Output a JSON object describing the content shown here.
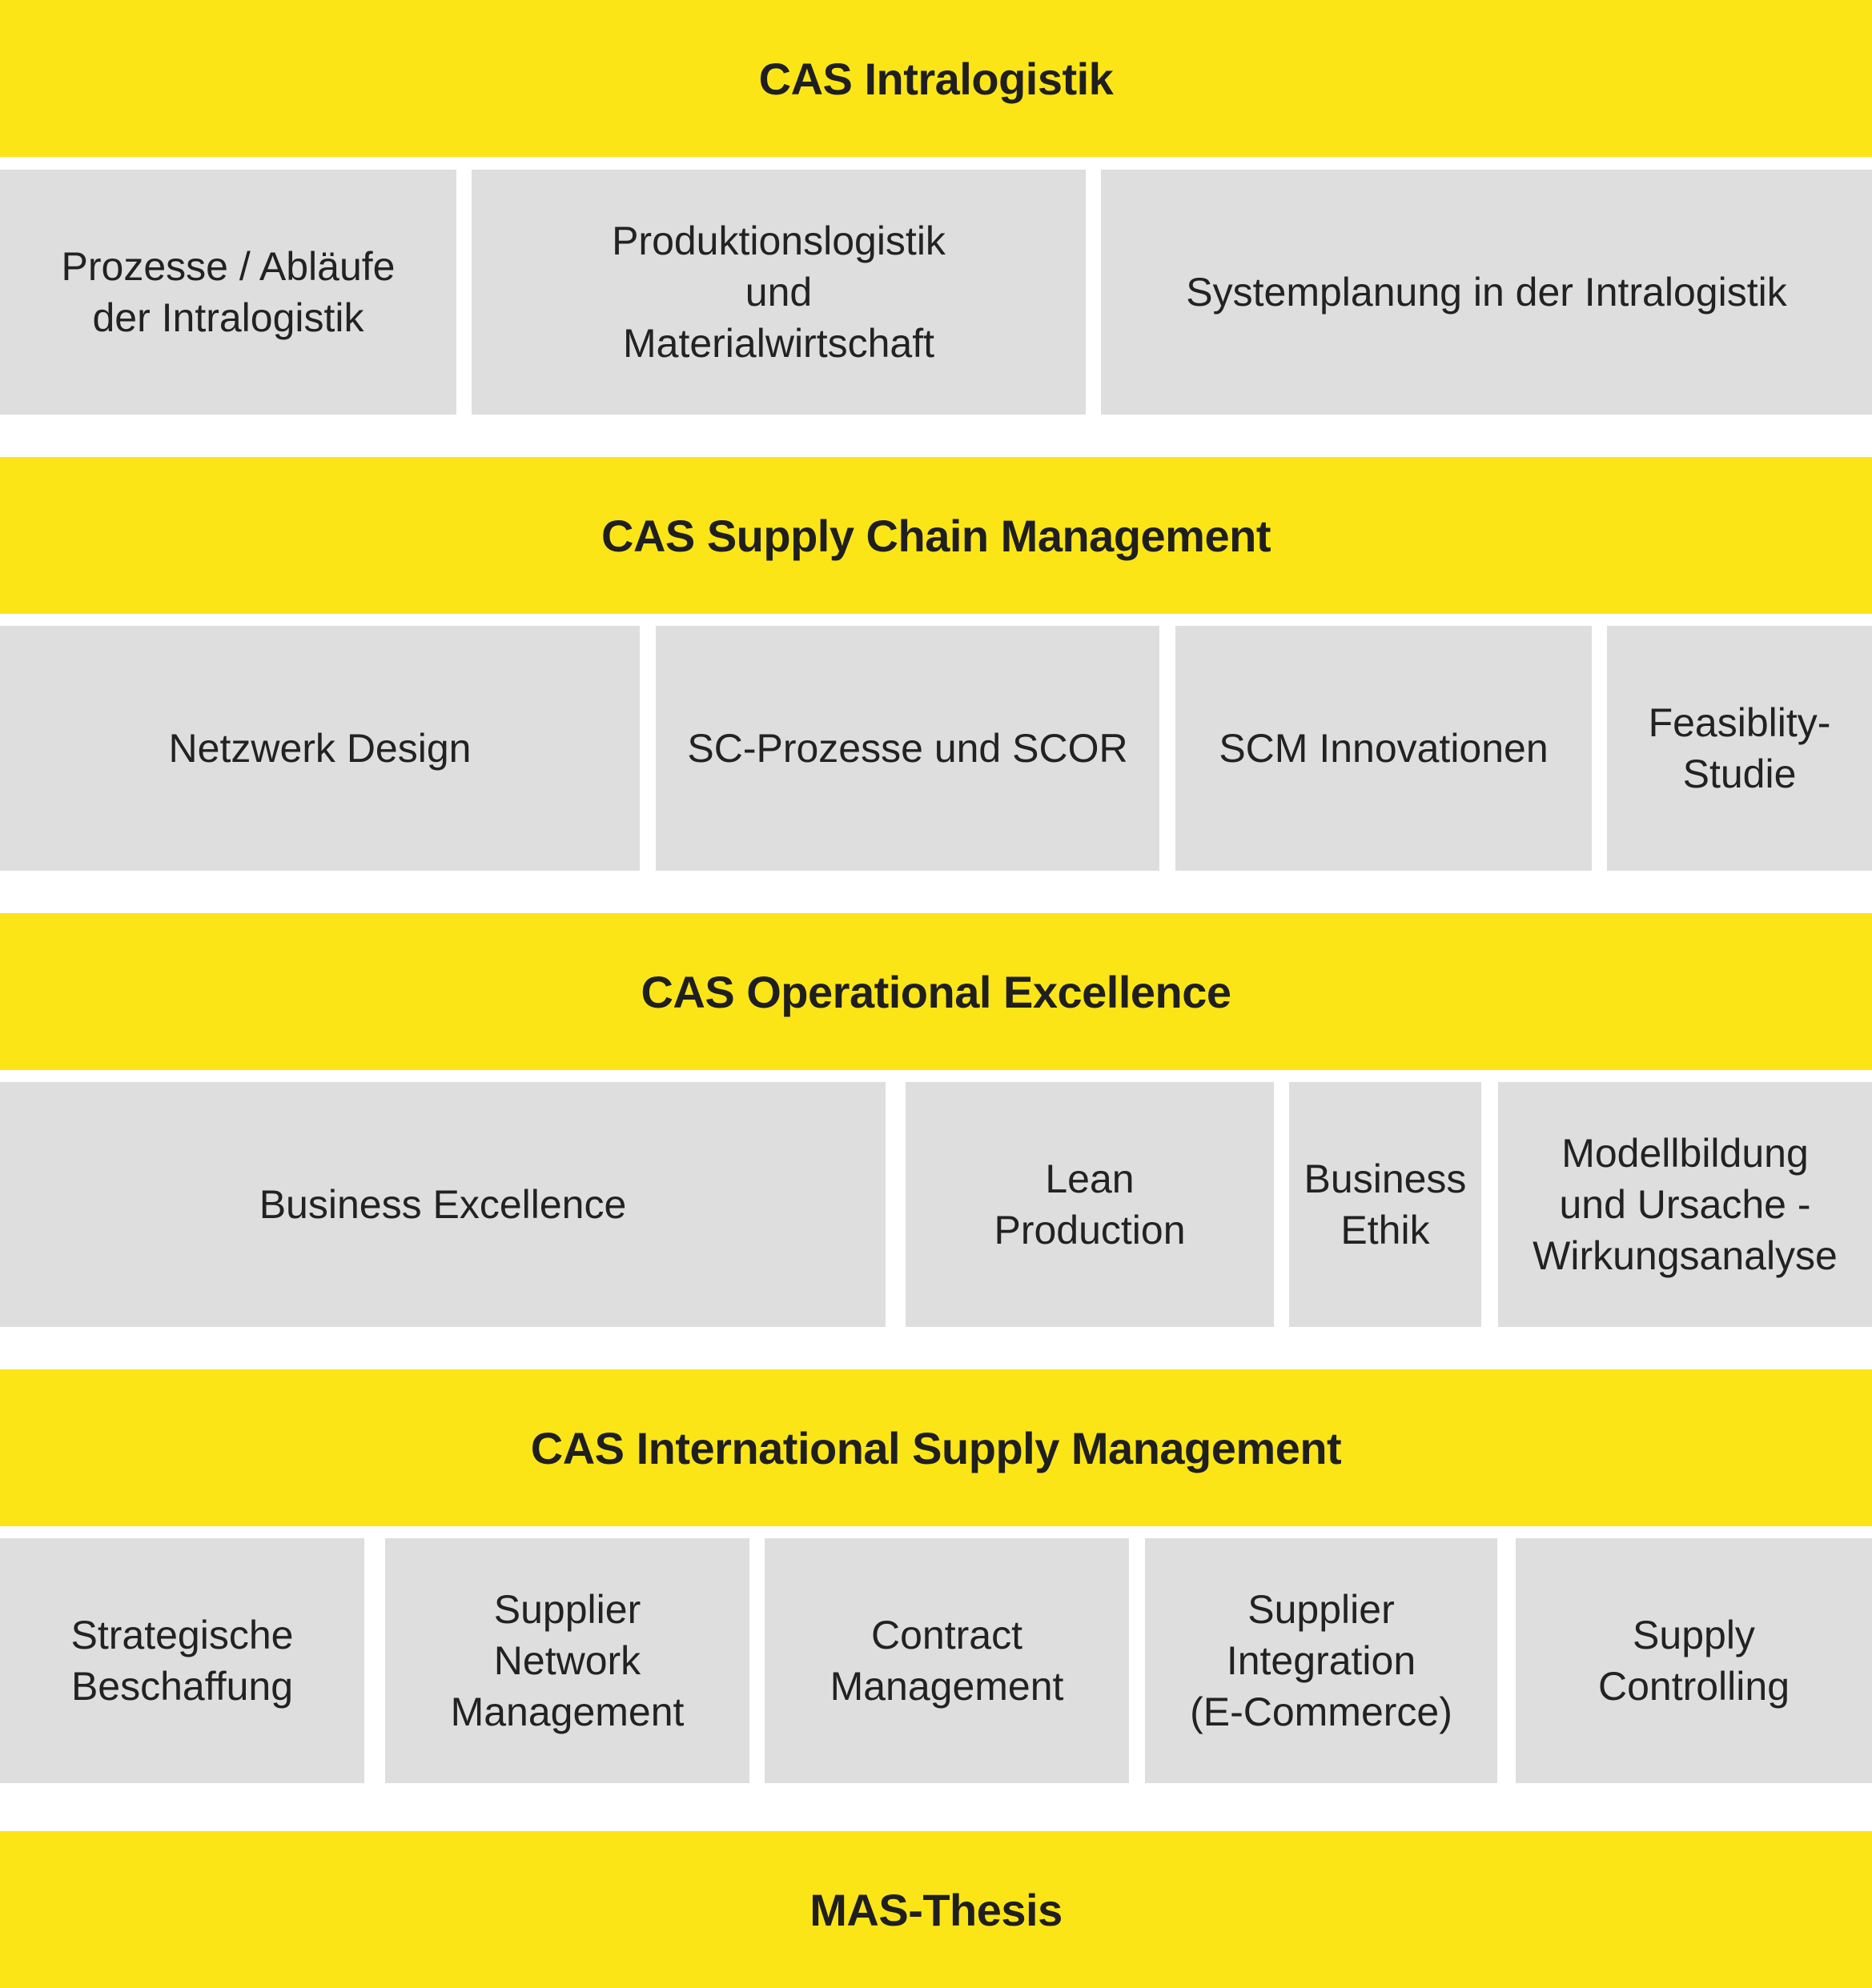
{
  "programs": [
    {
      "title": "CAS Intralogistik",
      "modules": [
        "Prozesse / Abläufe\nder Intralogistik",
        "Produktionslogistik\nund\nMaterialwirtschaft",
        "Systemplanung in der Intralogistik"
      ]
    },
    {
      "title": "CAS Supply Chain Management",
      "modules": [
        "Netzwerk Design",
        "SC-Prozesse und SCOR",
        "SCM Innovationen",
        "Feasiblity-\nStudie"
      ]
    },
    {
      "title": "CAS Operational Excellence",
      "modules": [
        "Business Excellence",
        "Lean\nProduction",
        "Business\nEthik",
        "Modellbildung\nund Ursache -\nWirkungsanalyse"
      ]
    },
    {
      "title": "CAS International Supply Management",
      "modules": [
        "Strategische\nBeschaffung",
        "Supplier\nNetwork\nManagement",
        "Contract\nManagement",
        "Supplier\nIntegration\n(E-Commerce)",
        "Supply\nControlling"
      ]
    }
  ],
  "thesis": {
    "title": "MAS-Thesis"
  },
  "colors": {
    "band": "#fce517",
    "module": "#dedede",
    "text": "#1f1f1f"
  }
}
